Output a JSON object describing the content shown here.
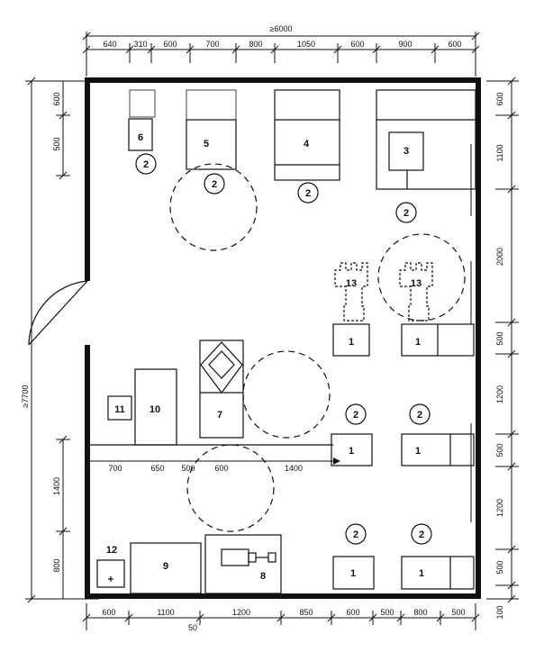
{
  "dimensions": {
    "total_width": "≥6000",
    "total_height": "≥7700",
    "top": [
      "640",
      "310",
      "600",
      "700",
      "800",
      "1050",
      "600",
      "900",
      "600"
    ],
    "bottom": [
      "600",
      "1100",
      "1200",
      "850",
      "600",
      "500",
      "800",
      "500"
    ],
    "bottom_small": "50",
    "left_top_pair": [
      "500",
      "600"
    ],
    "left_bottom": [
      "1400",
      "800"
    ],
    "right": [
      "600",
      "1100",
      "2000",
      "500",
      "1200",
      "500",
      "1200",
      "500",
      "100"
    ],
    "interior_row": [
      "700",
      "650",
      "500",
      "600",
      "1400"
    ]
  },
  "items": {
    "n1": "1",
    "n2": "2",
    "n3": "3",
    "n4": "4",
    "n5": "5",
    "n6": "6",
    "n7": "7",
    "n8": "8",
    "n9": "9",
    "n10": "10",
    "n11": "11",
    "n12": "12",
    "n13": "13"
  }
}
